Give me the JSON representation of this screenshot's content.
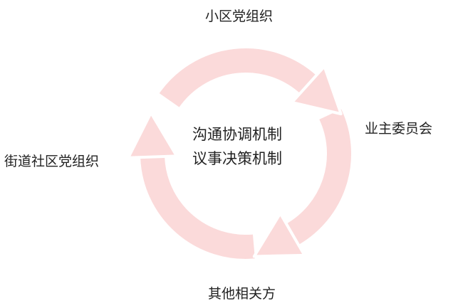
{
  "nodes": {
    "top": "小区党组织",
    "right": "业主委员会",
    "bottom": "其他相关方",
    "left": "街道社区党组织"
  },
  "center": {
    "line1": "沟通协调机制",
    "line2": "议事决策机制"
  },
  "colors": {
    "ring": "#fbdada",
    "text": "#222222"
  }
}
